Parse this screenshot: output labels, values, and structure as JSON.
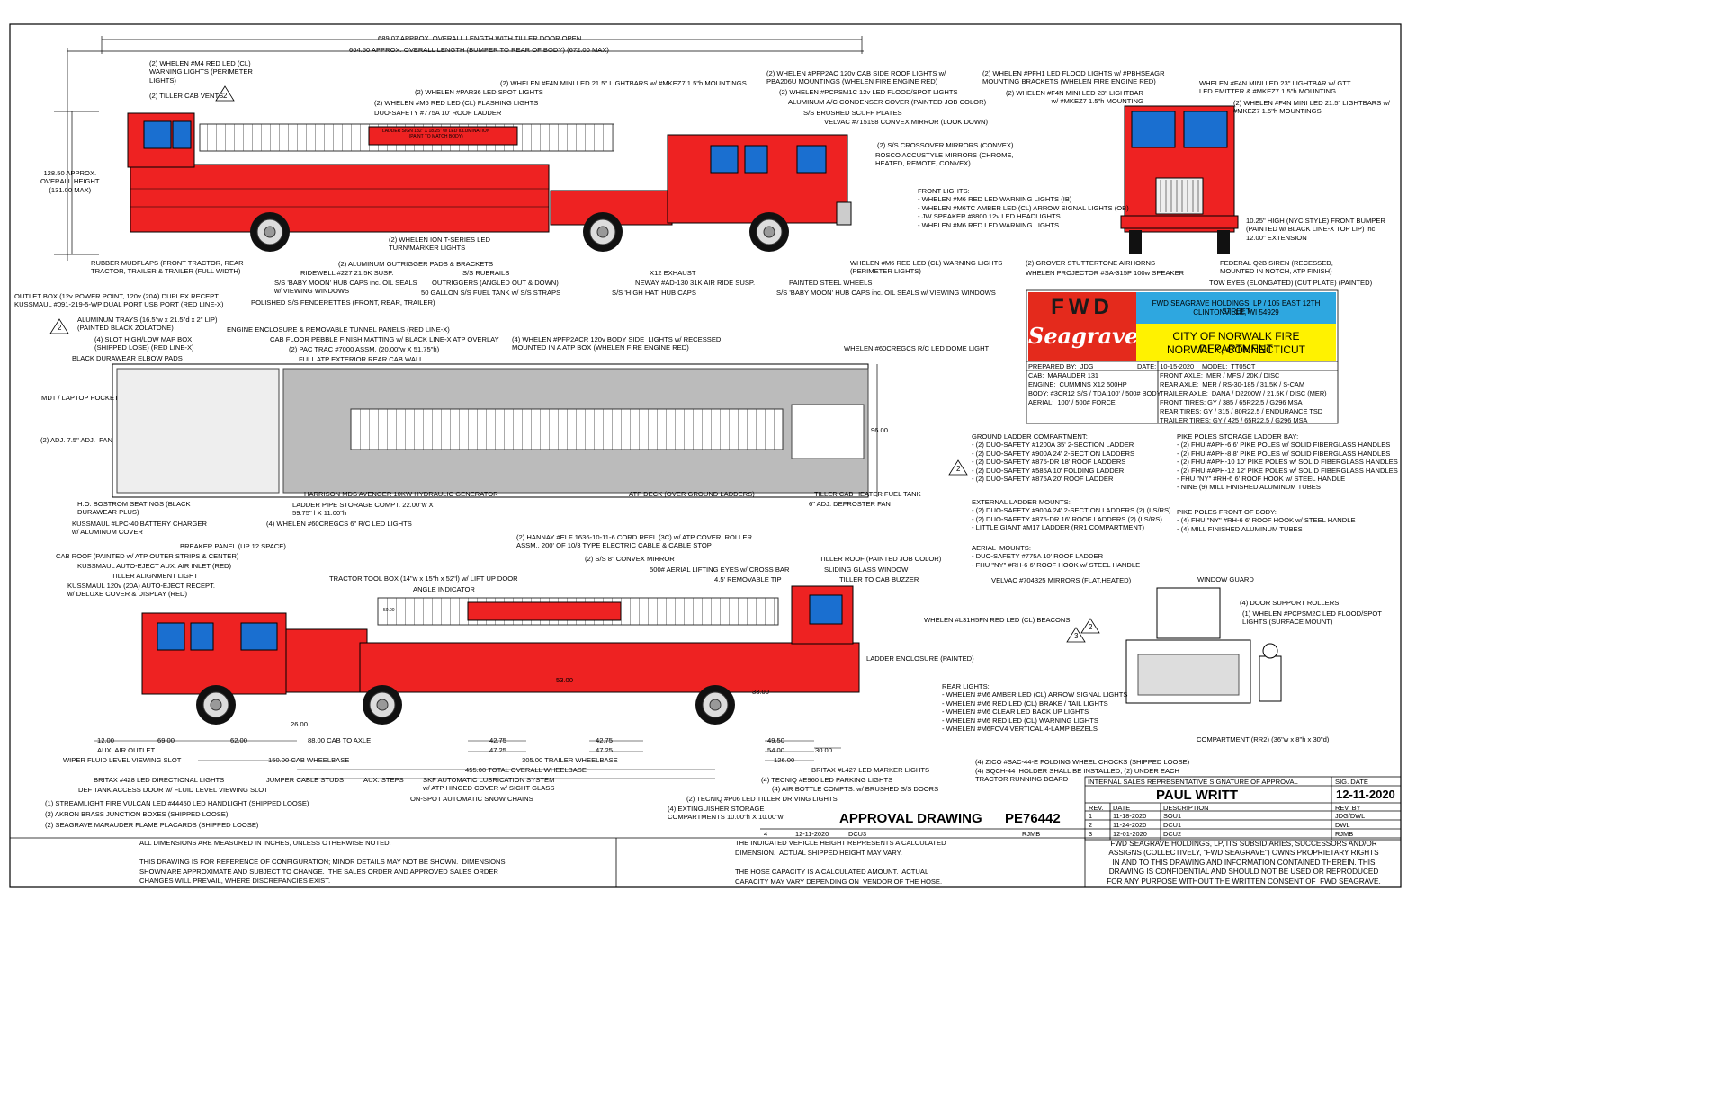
{
  "dims": {
    "overall_tiller": "689.07 APPROX. OVERALL LENGTH WITH TILLER DOOR OPEN",
    "overall_bumper": "664.50 APPROX. OVERALL LENGTH (BUMPER TO REAR OF BODY) (672.00 MAX)",
    "height": "128.50 APPROX.\nOVERALL HEIGHT\n(131.00 MAX)",
    "width": "96.00",
    "d12": "12.00",
    "d69": "69.00",
    "d62": "62.00",
    "d26": "26.00",
    "d4275a": "42.75",
    "d4725a": "47.25",
    "d4275b": "42.75",
    "d4725b": "47.25",
    "d4950": "49.50",
    "d54": "54.00",
    "d126": "126.00",
    "d30": "30.00",
    "cab_axle": "88.00 CAB TO AXLE",
    "cab_wb": "150.00 CAB WHEELBASE",
    "trailer_wb": "305.00 TRAILER WHEELBASE",
    "total_wb": "455.00 TOTAL OVERALL WHEELBASE",
    "d53": "53.00",
    "d33": "33.00",
    "d50": "50.00"
  },
  "side_labels": {
    "l1": "(2) WHELEN #M4 RED LED (CL)\nWARNING LIGHTS (PERIMETER\nLIGHTS)",
    "l2": "(2) TILLER CAB VENTS",
    "l3": "(2) WHELEN #PAR36 LED SPOT LIGHTS",
    "l4": "(2) WHELEN #M6 RED LED (CL) FLASHING LIGHTS",
    "l5": "DUO-SAFETY #775A 10' ROOF LADDER",
    "l6": "(2) WHELEN #F4N MINI LED 21.5\" LIGHTBARS w/ #MKEZ7 1.5\"h MOUNTINGS",
    "l7": "(2) WHELEN #PFP2AC 120v CAB SIDE ROOF LIGHTS w/\nPBA206U MOUNTINGS (WHELEN FIRE ENGINE RED)",
    "l8": "(2) WHELEN #PCPSM1C 12v LED FLOOD/SPOT LIGHTS",
    "l9": "ALUMINUM A/C CONDENSER COVER (PAINTED JOB COLOR)",
    "l10": "S/S BRUSHED SCUFF PLATES",
    "l11": "VELVAC #715198 CONVEX MIRROR (LOOK DOWN)",
    "l12": "(2) S/S CROSSOVER MIRRORS (CONVEX)",
    "l13": "ROSCO ACCUSTYLE MIRRORS (CHROME,\nHEATED, REMOTE, CONVEX)",
    "l14": "FRONT LIGHTS:\n- WHELEN #M6 RED LED WARNING LIGHTS (IB)\n- WHELEN #M6TC AMBER LED (CL) ARROW SIGNAL LIGHTS (OB)\n- JW SPEAKER #8800 12v LED HEADLIGHTS\n- WHELEN #M6 RED LED WARNING LIGHTS",
    "l15": "(2) WHELEN ION T-SERIES LED\nTURN/MARKER LIGHTS",
    "l16": "RUBBER MUDFLAPS (FRONT TRACTOR, REAR\nTRACTOR, TRAILER & TRAILER (FULL WIDTH)",
    "l17": "(2) ALUMINUM OUTRIGGER PADS & BRACKETS",
    "l18": "RIDEWELL #227 21.5K SUSP.",
    "l19": "S/S 'BABY MOON' HUB CAPS inc. OIL SEALS\nw/ VIEWING WINDOWS",
    "l20": "POLISHED S/S FENDERETTES (FRONT, REAR, TRAILER)",
    "l21": "S/S RUBRAILS",
    "l22": "OUTRIGGERS (ANGLED OUT & DOWN)",
    "l23": "50 GALLON S/S FUEL TANK w/ S/S STRAPS",
    "l24": "X12 EXHAUST",
    "l25": "NEWAY #AD-130 31K AIR RIDE SUSP.",
    "l26": "S/S 'HIGH HAT' HUB CAPS",
    "l27": "PAINTED STEEL WHEELS",
    "l28": "S/S 'BABY MOON' HUB CAPS inc. OIL SEALS w/ VIEWING WINDOWS",
    "l29": "WHELEN #M6 RED LED (CL) WARNING LIGHTS\n(PERIMETER LIGHTS)",
    "ladder_sign": "LADDER SIGN 132\" X 18.25\" w/ LED ILLUMINATION\n(PAINT TO MATCH BODY)"
  },
  "front_labels": {
    "f1": "(2) WHELEN #PFH1 LED FLOOD LIGHTS w/ #PBHSEAGR\nMOUNTING BRACKETS (WHELEN FIRE ENGINE RED)",
    "f2": "(2) WHELEN #F4N MINI LED 23\" LIGHTBAR\nw/ #MKEZ7 1.5\"h MOUNTING",
    "f3": "WHELEN #F4N MINI LED 23\" LIGHTBAR w/ GTT\nLED EMITTER & #MKEZ7 1.5\"h MOUNTING",
    "f4": "(2) WHELEN #F4N MINI LED 21.5\" LIGHTBARS w/\n#MKEZ7 1.5\"h MOUNTINGS",
    "f5": "10.25\" HIGH (NYC STYLE) FRONT BUMPER\n(PAINTED w/ BLACK LINE-X TOP LIP) inc.\n12.00\" EXTENSION",
    "f6": "(2) GROVER STUTTERTONE AIRHORNS",
    "f7": "WHELEN PROJECTOR #SA-315P 100w SPEAKER",
    "f8": "FEDERAL Q2B SIREN (RECESSED,\nMOUNTED IN NOTCH, ATP FINISH)",
    "f9": "TOW EYES (ELONGATED) (CUT PLATE) (PAINTED)"
  },
  "top_labels": {
    "t1": "OUTLET BOX (12v POWER POINT, 120v (20A) DUPLEX RECEPT.\nKUSSMAUL #091-219-5-WP DUAL PORT USB PORT (RED LINE-X)",
    "t2": "ALUMINUM TRAYS (16.5\"w x 21.5\"d x 2\" LIP)\n(PAINTED BLACK ZOLATONE)",
    "t3": "(4) SLOT HIGH/LOW MAP BOX\n(SHIPPED LOSE) (RED LINE-X)",
    "t4": "BLACK DURAWEAR ELBOW PADS",
    "t5": "MDT / LAPTOP POCKET",
    "t6": "(2) ADJ. 7.5\" ADJ.  FAN",
    "t7": "ENGINE ENCLOSURE & REMOVABLE TUNNEL PANELS (RED LINE-X)",
    "t8": "CAB FLOOR PEBBLE FINISH MATTING w/ BLACK LINE-X ATP OVERLAY",
    "t9": "(2) PAC TRAC #7000 ASSM. (20.00\"w X 51.75\"h)",
    "t10": "FULL ATP EXTERIOR REAR CAB WALL",
    "t11": "(4) WHELEN #PFP2ACR 120v BODY SIDE  LIGHTS w/ RECESSED\nMOUNTED IN A ATP BOX (WHELEN FIRE ENGINE RED)",
    "t12": "WHELEN #60CREGCS R/C LED DOME LIGHT",
    "t13": "H.O. BOSTROM SEATINGS (BLACK\nDURAWEAR PLUS)",
    "t14": "KUSSMAUL #LPC-40 BATTERY CHARGER\nw/ ALUMINUM COVER",
    "t15": "HARRISON MDS AVENGER 10KW HYDRAULIC GENERATOR",
    "t16": "LADDER PIPE STORAGE COMPT. 22.00\"w X\n59.75\" l X 11.00\"h",
    "t17": "(4) WHELEN #60CREGCS 6\" R/C LED LIGHTS",
    "t18": "ATP DECK (OVER GROUND LADDERS)",
    "t19": "TILLER CAB HEATER FUEL TANK",
    "t20": "6\" ADJ. DEFROSTER FAN"
  },
  "lists": {
    "ground": "GROUND LADDER COMPARTMENT:\n- (2) DUO-SAFETY #1200A 35' 2-SECTION LADDER\n- (2) DUO-SAFETY #900A 24' 2-SECTION LADDERS\n- (2) DUO-SAFETY #875-DR 18' ROOF LADDERS\n- (2) DUO-SAFETY #585A 10' FOLDING LADDER\n- (2) DUO-SAFETY #875A 20' ROOF LADDER",
    "external": "EXTERNAL LADDER MOUNTS:\n- (2) DUO-SAFETY #900A 24' 2-SECTION LADDERS (2) (LS/RS)\n- (2) DUO-SAFETY #875-DR 16' ROOF LADDERS (2) (LS/RS)\n- LITTLE GIANT #M17 LADDER (RR1 COMPARTMENT)",
    "aerial": "AERIAL  MOUNTS:\n- DUO-SAFETY #775A 10' ROOF LADDER\n- FHU \"NY\" #RH-6 6' ROOF HOOK w/ STEEL HANDLE",
    "velvac": "VELVAC #704325 MIRRORS (FLAT,HEATED)",
    "pike": "PIKE POLES STORAGE LADDER BAY:\n- (2) FHU #APH-6 6' PIKE POLES w/ SOLID FIBERGLASS HANDLES\n- (2) FHU #APH-8 8' PIKE POLES w/ SOLID FIBERGLASS HANDLES\n- (2) FHU #APH-10 10' PIKE POLES w/ SOLID FIBERGLASS HANDLES\n- (2) FHU #APH-12 12' PIKE POLES w/ SOLID FIBERGLASS HANDLES\n- FHU \"NY\" #RH-6 6' ROOF HOOK w/ STEEL HANDLE\n- NINE (9) MILL FINISHED ALUMINUM TUBES",
    "pike_front": "PIKE POLES FRONT OF BODY:\n- (4) FHU \"NY\" #RH-6 6' ROOF HOOK w/ STEEL HANDLE\n- (4) MILL FINISHED ALUMINUM TUBES",
    "rear": "REAR LIGHTS:\n- WHELEN #M6 AMBER LED (CL) ARROW SIGNAL LIGHTS\n- WHELEN #M6 RED LED (CL) BRAKE / TAIL LIGHTS\n- WHELEN #M6 CLEAR LED BACK UP LIGHTS\n- WHELEN #M6 RED LED (CL) WARNING LIGHTS\n- WHELEN #M6FCV4 VERTICAL 4-LAMP BEZELS"
  },
  "lower_labels": {
    "b1": "BREAKER PANEL (UP 12 SPACE)",
    "b2": "CAB ROOF (PAINTED w/ ATP OUTER STRIPS & CENTER)",
    "b3": "KUSSMAUL AUTO-EJECT AUX. AIR INLET (RED)",
    "b4": "TILLER ALIGNMENT LIGHT",
    "b5": "KUSSMAUL 120v (20A) AUTO-EJECT RECEPT.\nw/ DELUXE COVER & DISPLAY (RED)",
    "b6": "TRACTOR TOOL BOX (14\"w x 15\"h x 52\"l) w/ LIFT UP DOOR",
    "b7": "ANGLE INDICATOR",
    "b8": "(2) HANNAY #ELF 1636-10-11-6 CORD REEL (3C) w/ ATP COVER, ROLLER\nASSM., 200' OF 10/3 TYPE ELECTRIC CABLE & CABLE STOP",
    "b9": "(2) S/S 8\" CONVEX MIRROR",
    "b10": "500# AERIAL LIFTING EYES w/ CROSS BAR",
    "b11": "4.5' REMOVABLE TIP",
    "b12": "TILLER ROOF (PAINTED JOB COLOR)",
    "b13": "SLIDING GLASS WINDOW",
    "b14": "TILLER TO CAB BUZZER",
    "b15": "WHELEN #L31H5FN RED LED (CL) BEACONS",
    "b16": "LADDER ENCLOSURE (PAINTED)",
    "b17": "AUX. AIR OUTLET",
    "b18": "WIPER FLUID LEVEL VIEWING SLOT",
    "b19": "BRITAX #428 LED DIRECTIONAL LIGHTS",
    "b20": "DEF TANK ACCESS DOOR w/ FLUID LEVEL VIEWING SLOT",
    "b21": "JUMPER CABLE STUDS",
    "b22": "AUX. STEPS",
    "b23": "SKF AUTOMATIC LUBRICATION SYSTEM\nw/ ATP HINGED COVER w/ SIGHT GLASS",
    "b24": "ON-SPOT AUTOMATIC SNOW CHAINS",
    "b25": "(2) TECNIQ #P06 LED TILLER DRIVING LIGHTS",
    "b26": "(4) EXTINGUISHER STORAGE\nCOMPARTMENTS 10.00\"h X 10.00\"w",
    "b27": "(4) TECNIQ #E960 LED PARKING LIGHTS",
    "b28": "(4) AIR BOTTLE COMPTS. w/ BRUSHED S/S DOORS",
    "b29": "BRITAX #L427 LED MARKER LIGHTS",
    "b30": "(4) ZICO #SAC-44-E FOLDING WHEEL CHOCKS (SHIPPED LOOSE)",
    "b31": "(4) SQCH-44  HOLDER SHALL BE INSTALLED, (2) UNDER EACH\nTRACTOR RUNNING BOARD",
    "b32": "(1) STREAMLIGHT FIRE VULCAN LED #44450 LED HANDLIGHT (SHIPPED LOOSE)",
    "b33": "(2) AKRON BRASS JUNCTION BOXES (SHIPPED LOOSE)",
    "b34": "(2) SEAGRAVE MARAUDER FLAME PLACARDS (SHIPPED LOOSE)",
    "r1": "WINDOW GUARD",
    "r2": "(4) DOOR SUPPORT ROLLERS",
    "r3": "(1) WHELEN #PCPSM2C LED FLOOD/SPOT\nLIGHTS (SURFACE MOUNT)",
    "r4": "COMPARTMENT (RR2) (36\"w x 8\"h x 30\"d)"
  },
  "titleblock": {
    "brand": "FWD",
    "brand2": "Seagrave",
    "company1": "FWD SEAGRAVE HOLDINGS, LP / 105 EAST 12TH STREET",
    "company2": "CLINTONVILLE, WI 54929",
    "dept1": "CITY OF NORWALK FIRE DEPARTMENT",
    "dept2": "NORWALK, CONNECTICUT",
    "specs_left": "PREPARED BY:  JDG\nCAB:  MARAUDER 131\nENGINE:  CUMMINS X12 500HP\nBODY: #3CR12 S/S / TDA 100' / 500# BODY\nAERIAL:  100' / 500# FORCE",
    "date": "DATE:  10-15-2020",
    "model": "MODEL:  TT05CT",
    "specs_right": "FRONT AXLE:  MER / MFS / 20K / DISC\nREAR AXLE:  MER / RS-30-185 / 31.5K / S-CAM\nTRAILER AXLE:  DANA / D2200W / 21.5K / DISC (MER)\nFRONT TIRES: GY / 385 / 65R22.5 / G296 MSA\nREAR TIRES: GY / 315 / 80R22.5 / ENDURANCE TSD\nTRAILER TIRES: GY / 425 / 65R22.5 / G296 MSA"
  },
  "approval": {
    "sig_header": "INTERNAL SALES REPRESENTATIVE SIGNATURE OF APPROVAL",
    "sig_date_header": "SIG. DATE",
    "signer": "PAUL WRITT",
    "sig_date": "12-11-2020",
    "approval_title": "APPROVAL DRAWING",
    "drawing_no": "PE76442",
    "rev_headers": [
      "REV.",
      "DATE",
      "DESCRIPTION",
      "REV. BY"
    ],
    "revisions": [
      [
        "1",
        "11-18-2020",
        "SOU1",
        "JDG/DWL"
      ],
      [
        "2",
        "11-24-2020",
        "DCU1",
        "DWL"
      ],
      [
        "3",
        "12-01-2020",
        "DCU2",
        "RJMB"
      ],
      [
        "4",
        "12-11-2020",
        "DCU3",
        "RJMB"
      ]
    ]
  },
  "notes": {
    "n1": "ALL DIMENSIONS ARE MEASURED IN INCHES, UNLESS OTHERWISE NOTED.",
    "n2": "THIS DRAWING IS FOR REFERENCE OF CONFIGURATION; MINOR DETAILS MAY NOT BE SHOWN.  DIMENSIONS\nSHOWN ARE APPROXIMATE AND SUBJECT TO CHANGE.  THE SALES ORDER AND APPROVED SALES ORDER\nCHANGES WILL PREVAIL, WHERE DISCREPANCIES EXIST.",
    "n3": "THE INDICATED VEHICLE HEIGHT REPRESENTS A CALCULATED\nDIMENSION.  ACTUAL SHIPPED HEIGHT MAY VARY.",
    "n4": "THE HOSE CAPACITY IS A CALCULATED AMOUNT.  ACTUAL\nCAPACITY MAY VARY DEPENDING ON  VENDOR OF THE HOSE.",
    "n5": "FWD SEAGRAVE HOLDINGS, LP, ITS SUBSIDIARIES, SUCCESSORS AND/OR\nASSIGNS (COLLECTIVELY, \"FWD SEAGRAVE\") OWNS PROPRIETARY RIGHTS\nIN AND TO THIS DRAWING AND INFORMATION CONTAINED THEREIN. THIS\nDRAWING IS CONFIDENTIAL AND SHOULD NOT BE USED OR REPRODUCED\nFOR ANY PURPOSE WITHOUT THE WRITTEN CONSENT OF  FWD SEAGRAVE."
  },
  "rev_marks": {
    "two": "2",
    "three": "3"
  }
}
